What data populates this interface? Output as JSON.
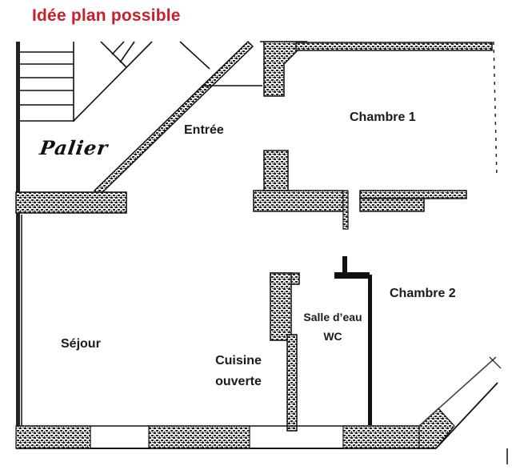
{
  "title": "Idée plan possible",
  "title_color": "#c8202a",
  "rooms": {
    "palier": "Palier",
    "entree": "Entrée",
    "chambre1": "Chambre 1",
    "chambre2": "Chambre 2",
    "sejour": "Séjour",
    "cuisine_line1": "Cuisine",
    "cuisine_line2": "ouverte",
    "salle_deau_line1": "Salle d’eau",
    "salle_deau_line2": "WC"
  },
  "colors": {
    "wall_fill": "#3a3a3a",
    "line": "#111111",
    "label": "#1a1a1a"
  }
}
